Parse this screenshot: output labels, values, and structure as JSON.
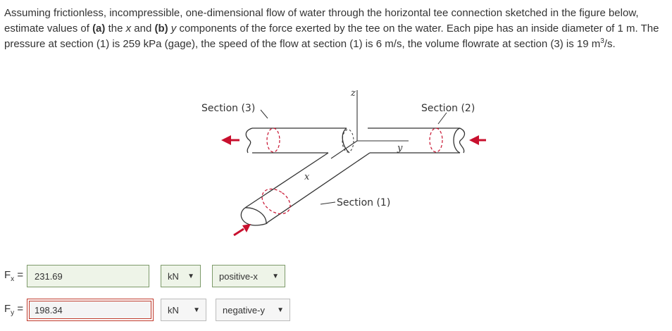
{
  "problem": {
    "part1": "Assuming frictionless, incompressible, one-dimensional flow of water through the horizontal tee connection sketched in the figure below, estimate values of ",
    "a_label": "(a)",
    "part2": " the ",
    "x_var": "x",
    "part3": " and ",
    "b_label": "(b)",
    "part4": " ",
    "y_var": "y",
    "part5": " components of the force exerted by the tee on the water. Each pipe has an inside diameter of 1 m. The pressure at section (1) is 259 kPa (gage), the speed of the flow at section (1) is 6 m/s, the volume flowrate at section (3) is 19 m",
    "sup": "3",
    "part6": "/s."
  },
  "figure": {
    "section3": "Section (3)",
    "section2": "Section (2)",
    "section1": "Section (1)",
    "axis_x": "x",
    "axis_y": "y",
    "axis_z": "z"
  },
  "answers": {
    "fx": {
      "label": "F",
      "sub": "x",
      "eq": " =",
      "value": "231.69",
      "unit": "kN",
      "direction": "positive-x"
    },
    "fy": {
      "label": "F",
      "sub": "y",
      "eq": " =",
      "value": "198.34",
      "unit": "kN",
      "direction": "negative-y"
    }
  },
  "colors": {
    "arrow": "#c8102e",
    "correct_border": "#7d9a6a",
    "wrong_border": "#c0392b"
  }
}
